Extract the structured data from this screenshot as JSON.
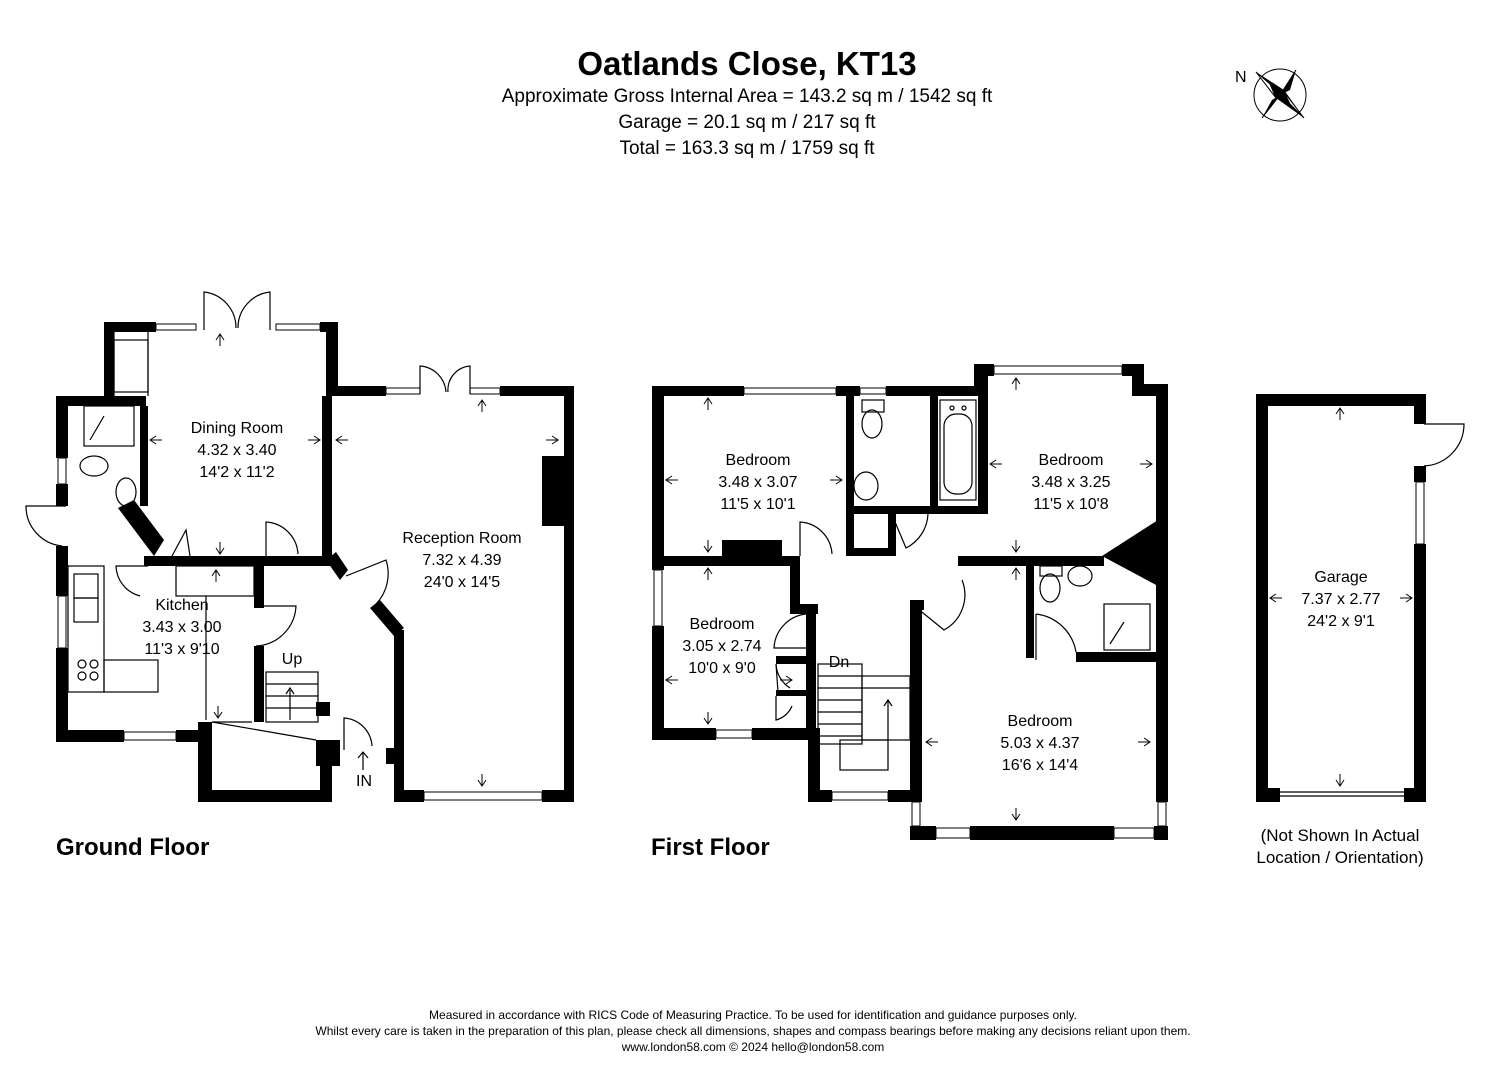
{
  "header": {
    "title": "Oatlands Close, KT13",
    "gross_area": "Approximate Gross Internal Area = 143.2 sq m / 1542 sq ft",
    "garage_area": "Garage = 20.1 sq m / 217 sq ft",
    "total_area": "Total = 163.3 sq m / 1759 sq ft"
  },
  "compass": {
    "label": "N"
  },
  "floors": {
    "ground": {
      "label": "Ground Floor",
      "rooms": {
        "dining": {
          "name": "Dining Room",
          "metric": "4.32 x 3.40",
          "imperial": "14'2 x 11'2"
        },
        "reception": {
          "name": "Reception Room",
          "metric": "7.32 x 4.39",
          "imperial": "24'0 x 14'5"
        },
        "kitchen": {
          "name": "Kitchen",
          "metric": "3.43 x 3.00",
          "imperial": "11'3 x 9'10"
        }
      },
      "stairs_label": "Up",
      "entrance_label": "IN"
    },
    "first": {
      "label": "First Floor",
      "rooms": {
        "bedroom_nw": {
          "name": "Bedroom",
          "metric": "3.48 x 3.07",
          "imperial": "11'5 x 10'1"
        },
        "bedroom_ne": {
          "name": "Bedroom",
          "metric": "3.48 x 3.25",
          "imperial": "11'5 x 10'8"
        },
        "bedroom_sw": {
          "name": "Bedroom",
          "metric": "3.05 x 2.74",
          "imperial": "10'0 x 9'0"
        },
        "bedroom_se": {
          "name": "Bedroom",
          "metric": "5.03 x 4.37",
          "imperial": "16'6 x 14'4"
        }
      },
      "stairs_label": "Dn"
    },
    "garage": {
      "name": "Garage",
      "metric": "7.37 x 2.77",
      "imperial": "24'2 x 9'1",
      "note_line1": "(Not Shown In Actual",
      "note_line2": "Location / Orientation)"
    }
  },
  "footer": {
    "line1": "Measured in accordance with RICS Code of Measuring Practice. To be used for identification and guidance purposes only.",
    "line2": "Whilst every care is taken in the preparation of this plan, please check all dimensions, shapes and compass bearings before making any decisions reliant upon them.",
    "line3": "www.london58.com © 2024 hello@london58.com"
  }
}
